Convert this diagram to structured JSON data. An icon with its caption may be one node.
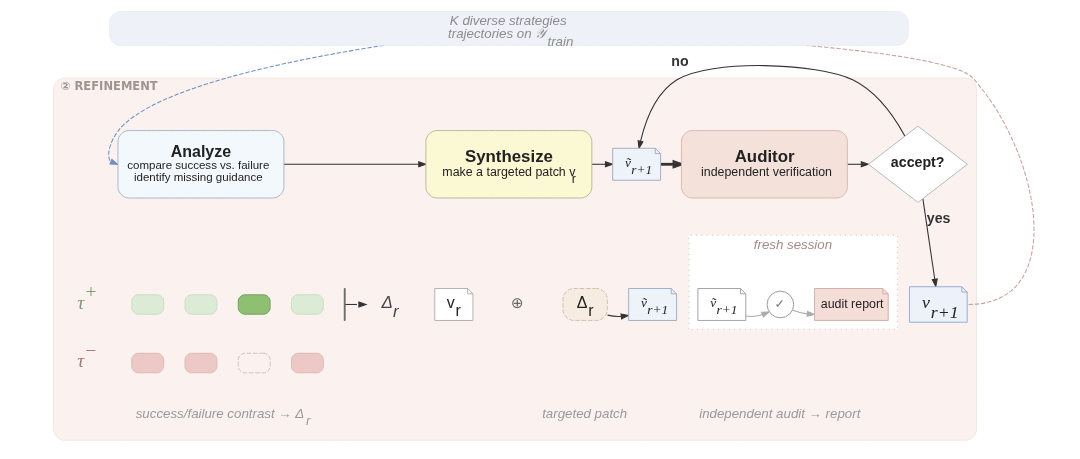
{
  "diagram": {
    "nodes": [
      {
        "text": [
          "K diverse strategies",
          "trajectories on 𝒴$_{train}$"
        ]
      },
      {
        "text": [
          "② REFINEMENT"
        ]
      },
      {
        "text": [
          "Analyze",
          "compare success vs. failure",
          "identify missing guidance"
        ],
        "in": 1
      },
      {
        "text": [
          "Synthesize",
          "make a targeted patch v$_{r}$"
        ],
        "in": 1
      },
      {
        "text": [
          "ṽ$_{r+1}$"
        ],
        "in": 1
      },
      {
        "text": [
          "Auditor",
          "independent verification"
        ],
        "in": 1
      },
      {
        "text": [
          "accept?"
        ],
        "in": 1
      },
      {
        "text": [
          "v$_{r+1}$"
        ],
        "in": 1
      },
      {
        "text": [],
        "shape": "box",
        "in": 1
      },
      {
        "text": [],
        "shape": "box",
        "in": 1
      },
      {
        "text": [],
        "shape": "box",
        "in": 1
      },
      {
        "text": [],
        "shape": "box",
        "in": 1
      },
      {
        "text": [],
        "shape": "box",
        "in": 1
      },
      {
        "text": [],
        "shape": "box",
        "in": 1
      },
      {
        "text": [],
        "shape": "box",
        "in": 1
      },
      {
        "text": [],
        "shape": "box",
        "in": 1
      },
      {
        "text": [
          "Δ$_{r}$"
        ],
        "in": 1
      },
      {
        "text": [
          "v$_{r}$"
        ],
        "in": 1
      },
      {
        "text": [
          "Δ$_{r}$"
        ],
        "in": 1
      },
      {
        "text": [
          "ṽ$_{r+1}$"
        ],
        "in": 1
      },
      {
        "text": [
          "fresh session"
        ],
        "in": 1
      },
      {
        "text": [
          "ṽ$_{r+1}$"
        ],
        "in": 20
      },
      {
        "text": [
          "✓"
        ],
        "in": 20
      },
      {
        "text": [
          "audit report"
        ],
        "in": 20
      }
    ],
    "edges": [
      {
        "from": 0,
        "to": 2,
        "arrow": "to",
        "style": "dashed",
        "color": "#6f8fc4"
      },
      {
        "from": 2,
        "to": 3,
        "arrow": "to"
      },
      {
        "from": 3,
        "to": 4,
        "arrow": "to"
      },
      {
        "from": 4,
        "to": 5,
        "arrow": "to",
        "style": "thick"
      },
      {
        "from": 5,
        "to": 6,
        "arrow": "to"
      },
      {
        "from": 6,
        "to": 4,
        "arrow": "to",
        "label": "no"
      },
      {
        "from": 6,
        "to": 7,
        "arrow": "to",
        "label": "yes"
      },
      {
        "from": 7,
        "to": 0,
        "arrow": "none",
        "style": "dashed",
        "color": "#c9a39d"
      },
      {
        "from": null,
        "to": 16,
        "arrow": "to"
      },
      {
        "from": 18,
        "to": 19,
        "arrow": "to"
      },
      {
        "from": 21,
        "to": 22,
        "arrow": "to",
        "color": "#aaaaaa"
      },
      {
        "from": 22,
        "to": 23,
        "arrow": "to",
        "color": "#aaaaaa"
      }
    ],
    "labels": [
      "τ$^{+}$",
      "τ$^{−}$",
      "⊕",
      "success/failure contrast → Δ$_{r}$",
      "targeted patch",
      "independent audit → report"
    ]
  }
}
